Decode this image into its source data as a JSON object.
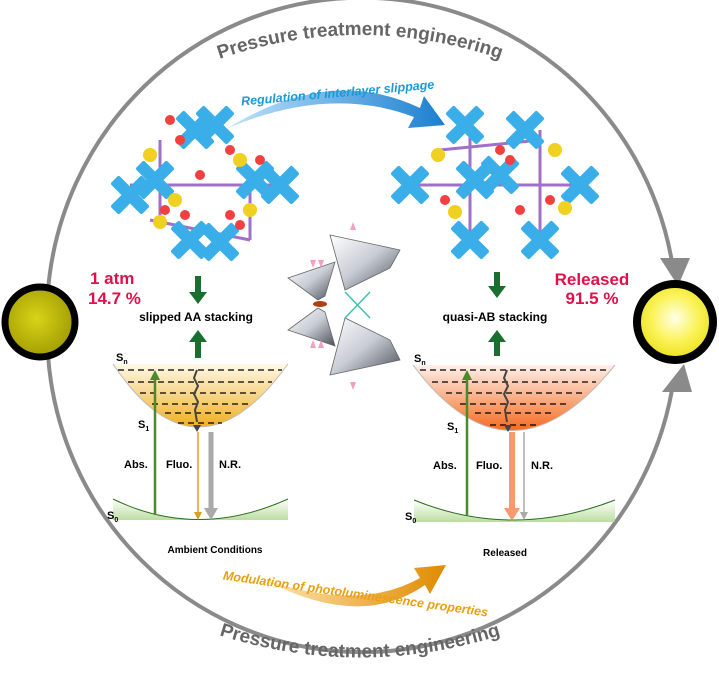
{
  "titles": {
    "top": "Pressure treatment engineering",
    "bottom": "Pressure treatment engineering"
  },
  "arrows": {
    "top_label": "Regulation of interlayer slippage",
    "bottom_label": "Modulation of photoluminescence properties"
  },
  "left_state": {
    "pressure": "1 atm",
    "plqy": "14.7 %",
    "stacking": "slipped AA stacking",
    "condition": "Ambient Conditions",
    "emission_color": "#c9c400"
  },
  "right_state": {
    "pressure": "Released",
    "plqy": "91.5 %",
    "stacking": "quasi-AB stacking",
    "condition": "Released",
    "emission_color": "#f6f030"
  },
  "energy_labels": {
    "sn": "S",
    "sn_sub": "n",
    "s1": "S",
    "s1_sub": "1",
    "s0": "S",
    "s0_sub": "0",
    "abs": "Abs.",
    "fluo": "Fluo.",
    "nr": "N.R."
  },
  "colors": {
    "accent_red": "#e0104a",
    "blue_label": "#1a9ad8",
    "orange_label": "#e8a010",
    "framework_blue": "#3aaee8",
    "green_arrow": "#1a6e2e",
    "cycle_gray": "#8a8a8a"
  }
}
